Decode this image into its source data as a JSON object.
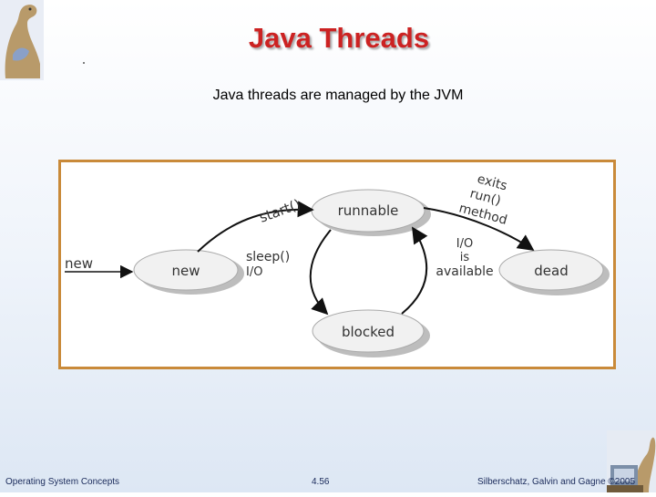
{
  "slide": {
    "title": "Java Threads",
    "subtitle": "Java threads are managed by the JVM"
  },
  "diagram": {
    "states": {
      "new": "new",
      "runnable": "runnable",
      "blocked": "blocked",
      "dead": "dead"
    },
    "entry_label": "new",
    "transitions": {
      "start": "start()",
      "sleep": "sleep()",
      "sleep_io": "I/O",
      "exits": [
        "exits",
        "run()",
        "method"
      ],
      "available": [
        "I/O",
        "is",
        "available"
      ]
    }
  },
  "footer": {
    "left": "Operating System Concepts",
    "page": "4.56",
    "right": "Silberschatz, Galvin and Gagne ©2005"
  },
  "colors": {
    "title": "#cc2222",
    "figure_border": "#c98a3a",
    "state_fill": "#f1f1f1",
    "state_shadow": "#bdbdbd"
  }
}
